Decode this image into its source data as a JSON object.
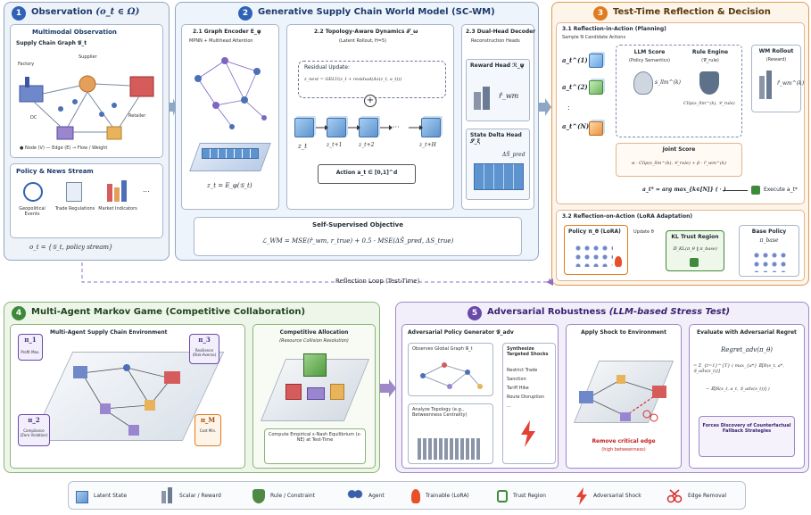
{
  "observation": {
    "num": "1",
    "title": "Observation",
    "formula": "(o_t ∈ Ω)",
    "multimodal": "Multimodal Observation",
    "graph_title": "Supply Chain Graph  𝒢_t",
    "nodes": [
      "Factory",
      "Supplier",
      "DC",
      "Retailer"
    ],
    "graph_legend": "● Node (V)   — Edge (E)   → Flow / Weight",
    "policy_title": "Policy & News Stream",
    "items": [
      "Geopolitical Events",
      "Trade Regulations",
      "Market Indicators",
      "..."
    ],
    "obs_formula": "o_t = {𝒢_t, policy stream}"
  },
  "world_model": {
    "num": "2",
    "title": "Generative Supply Chain World Model (SC-WM)",
    "encoder_title": "2.1  Graph Encoder  E_φ",
    "encoder_sub": "MPNN + Multihead Attention",
    "encoder_formula": "z_t = E_φ(𝒢_t)",
    "dynamics_title": "2.2  Topology-Aware Dynamics  𝒯_ω",
    "dynamics_sub": "(Latent Rollout, H=5)",
    "residual_label": "Residual Update:",
    "residual_formula": "z_next = GELU(z_t + residual(Δz(z_t, a_t)))",
    "latents": [
      "z_t",
      "z_t+1",
      "z_t+2",
      "···",
      "z_t+H"
    ],
    "action": "Action  a_t ∈ [0,1]^d",
    "decoder_title": "2.3  Dual-Head Decoder",
    "decoder_sub": "Reconstruction Heads",
    "reward_head": "Reward Head  ℛ_ψ",
    "reward_out": "r̂_wm",
    "delta_head": "State Delta Head  𝒮_ξ",
    "delta_out": "ΔŜ_pred",
    "objective_title": "Self-Supervised Objective",
    "objective_formula": "ℒ_WM = MSE(r̂_wm, r_true) + 0.5 · MSE(ΔŜ_pred, ΔS_true)"
  },
  "reflection": {
    "num": "3",
    "title": "Test-Time Reflection & Decision",
    "sub1": "3.1  Reflection-in-Action (Planning)",
    "sample": "Sample N Candidate Actions",
    "actions": [
      "a_t^(1)",
      "a_t^(2)",
      ":",
      "a_t^(N)"
    ],
    "llm_title": "LLM Score",
    "llm_sub": "(Policy Semantics)",
    "llm_var": "s_llm^(k)",
    "rule_title": "Rule Engine",
    "rule_sub": "(𝒞_rule)",
    "rule_var": "Clip(s_llm^(k), 𝒞_rule)",
    "wm_title": "WM Rollout",
    "wm_sub": "(Reward)",
    "wm_var": "r̂_wm^(k)",
    "joint_title": "Joint Score",
    "joint_formula": "α · Clip(s_llm^(k), 𝒞_rule) + β · r̂_wm^(k)",
    "argmax": "a_t* = arg max_{k∈[N]} ( · )",
    "execute": "Execute  a_t*",
    "sub2": "3.2  Reflection-on-Action (LoRA Adaptation)",
    "policy": "Policy  π_θ (LoRA)",
    "update": "Update θ",
    "kl_title": "KL Trust Region",
    "kl_formula": "𝔻_KL(π_θ ‖ π_base)",
    "base_title": "Base Policy",
    "base_var": "π_base"
  },
  "loop": "Reflection Loop (Test-Time)",
  "markov": {
    "num": "4",
    "title": "Multi-Agent Markov Game (Competitive Collaboration)",
    "env_title": "Multi-Agent Supply Chain Environment",
    "agents": [
      {
        "sym": "π_1",
        "desc": "Profit Max."
      },
      {
        "sym": "π_3",
        "desc": "Resilience (Risk-Averse)"
      },
      {
        "sym": "π_2",
        "desc": "Compliance (Zero Violation)"
      },
      {
        "sym": "π_M",
        "desc": "Cost Min."
      }
    ],
    "alloc_title": "Competitive Allocation",
    "alloc_sub": "(Resource Collision Resolution)",
    "ne_text": "Compute Empirical ε-Nash Equilibrium (ε-NE) at Test-Time"
  },
  "adversarial": {
    "num": "5",
    "title": "Adversarial Robustness",
    "title_it": "(LLM-based Stress Test)",
    "gen_title": "Adversarial Policy Generator  𝒢_adv",
    "observe": "Observes Global Graph  𝒢_t",
    "analyze": "Analyze Topology (e.g., Betweenness Centrality)",
    "synth_title": "Synthesize Targeted Shocks",
    "shocks": [
      "Restrict Trade",
      "Sanction",
      "Tariff Hike",
      "Route Disruption",
      "..."
    ],
    "shock_title": "Apply Shock to Environment",
    "remove": "Remove critical edge",
    "remove_sub": "(high betweenness)",
    "regret_title": "Evaluate with Adversarial Regret",
    "regret_lhs": "Regret_adv(π_θ)",
    "regret_rhs1": "= Σ_{t=1}^{T} ( max_{a*} 𝔼[R(s_t, a*, 𝒢_adv(s_t))]",
    "regret_rhs2": "− 𝔼[R(s_t, a_t, 𝒢_adv(s_t))] )",
    "forces": "Forces Discovery of Counterfactual Fallback Strategies"
  },
  "legend": [
    {
      "icon": "latent-state-icon",
      "label": "Latent State"
    },
    {
      "icon": "scalar-reward-icon",
      "label": "Scalar / Reward"
    },
    {
      "icon": "rule-constraint-icon",
      "label": "Rule / Constraint"
    },
    {
      "icon": "agent-icon",
      "label": "Agent"
    },
    {
      "icon": "trainable-lora-icon",
      "label": "Trainable (LoRA)"
    },
    {
      "icon": "trust-region-icon",
      "label": "Trust Region"
    },
    {
      "icon": "adversarial-shock-icon",
      "label": "Adversarial Shock"
    },
    {
      "icon": "edge-removal-icon",
      "label": "Edge Removal"
    }
  ],
  "colors": {
    "blue": "#2f63b6",
    "orange": "#e07b1f",
    "green": "#3f8a3a",
    "purple": "#6a4aa8"
  }
}
